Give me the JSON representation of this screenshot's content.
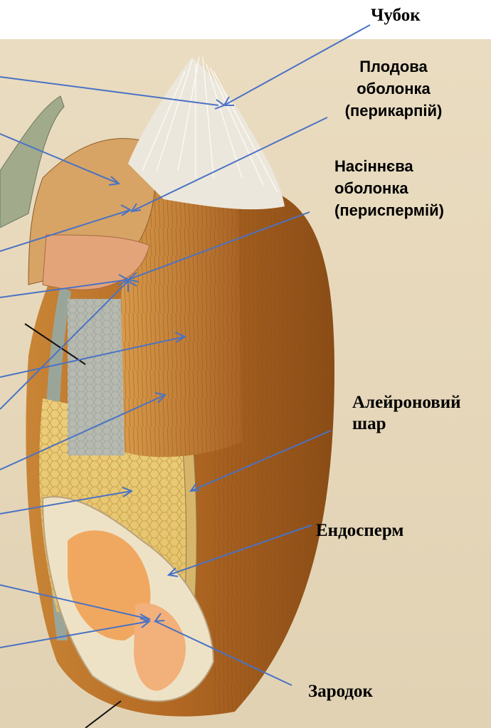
{
  "title_fragment": "",
  "labels": {
    "chubok": "Чубок",
    "plodova": [
      "Плодова",
      "оболонка",
      "(перикарпій)"
    ],
    "nasinnieva": [
      "Насіннєва",
      "оболонка",
      "(периспермій)"
    ],
    "aleironovyi": [
      "Алейроновий",
      "шар"
    ],
    "endosperm": "Ендосперм",
    "zarodok": "Зародок"
  },
  "colors": {
    "arrow": "#4a72c4",
    "leader": "#111111",
    "background": "#ffffff"
  }
}
